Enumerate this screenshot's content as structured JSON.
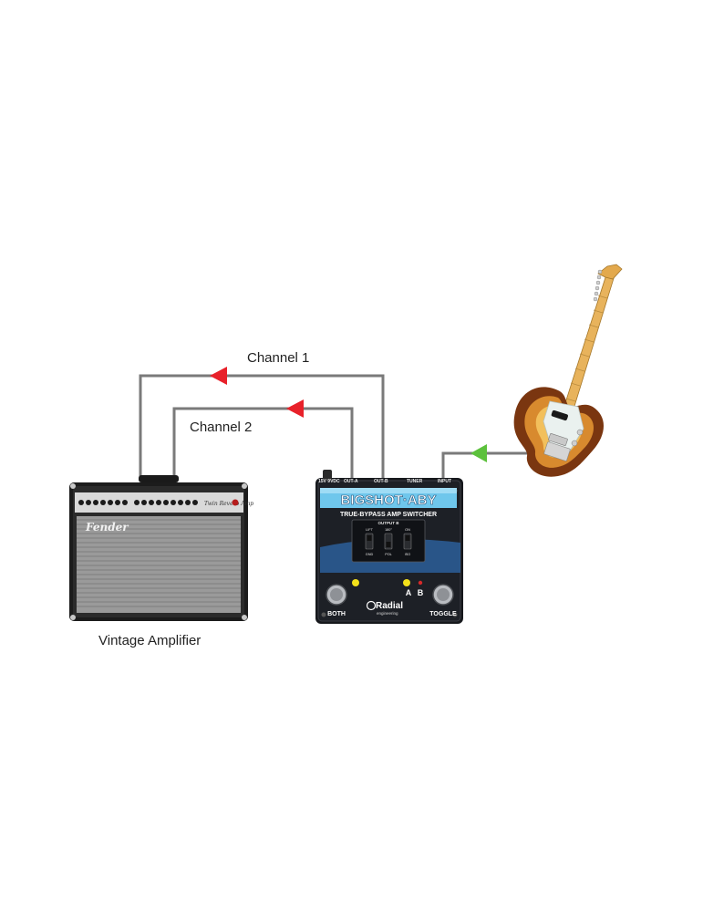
{
  "labels": {
    "channel_1": "Channel 1",
    "channel_2": "Channel 2",
    "amp_caption": "Vintage Amplifier"
  },
  "amplifier": {
    "brand": "Fender",
    "model_script": "Twin Reverb Amp"
  },
  "pedal": {
    "top_jacks": {
      "power": "15V 9VDC",
      "out_a": "OUT-A",
      "out_b": "OUT-B",
      "tuner": "TUNER",
      "input": "INPUT"
    },
    "name": "BIGSHOT·ABY",
    "subtitle": "TRUE-BYPASS AMP SWITCHER",
    "panel_title": "OUTPUT B",
    "switch_top_labels": [
      "LIFT",
      "180°",
      "ON"
    ],
    "switch_bottom_labels": [
      "GND",
      "POL",
      "ISO"
    ],
    "led_a_label": "A",
    "led_b_label": "B",
    "footswitch_left": "BOTH",
    "footswitch_right": "TOGGLE",
    "brand": "Radial",
    "brand_sub": "engineering"
  },
  "colors": {
    "cable": "#7a7a7a",
    "arrow_output": "#e8212a",
    "arrow_input": "#5cc13c",
    "pedal_body": "#16181c",
    "pedal_blue": "#6fc7ec",
    "led_yellow": "#f4e11a",
    "led_red": "#d62a2a",
    "guitar_neck": "#e8b35c",
    "guitar_pickguard": "#eaf1ef"
  }
}
